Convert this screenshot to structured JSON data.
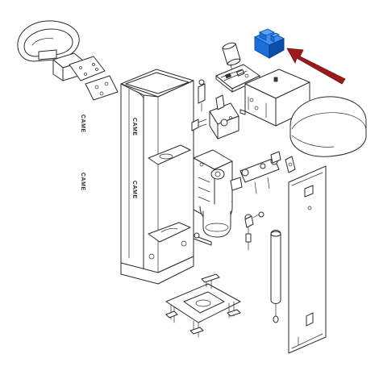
{
  "diagram": {
    "type": "exploded-parts-view",
    "brand_marks": [
      "CAME",
      "CAME"
    ],
    "colors": {
      "line": "#2b2b2b",
      "background": "#ffffff",
      "highlight_part": "#1a6fd8",
      "highlight_part_dark": "#0d4fa8",
      "arrow": "#9b1b1b"
    },
    "highlighted_part": "blue-electronic-component",
    "arrow_icon": "pointer-arrow-icon"
  }
}
